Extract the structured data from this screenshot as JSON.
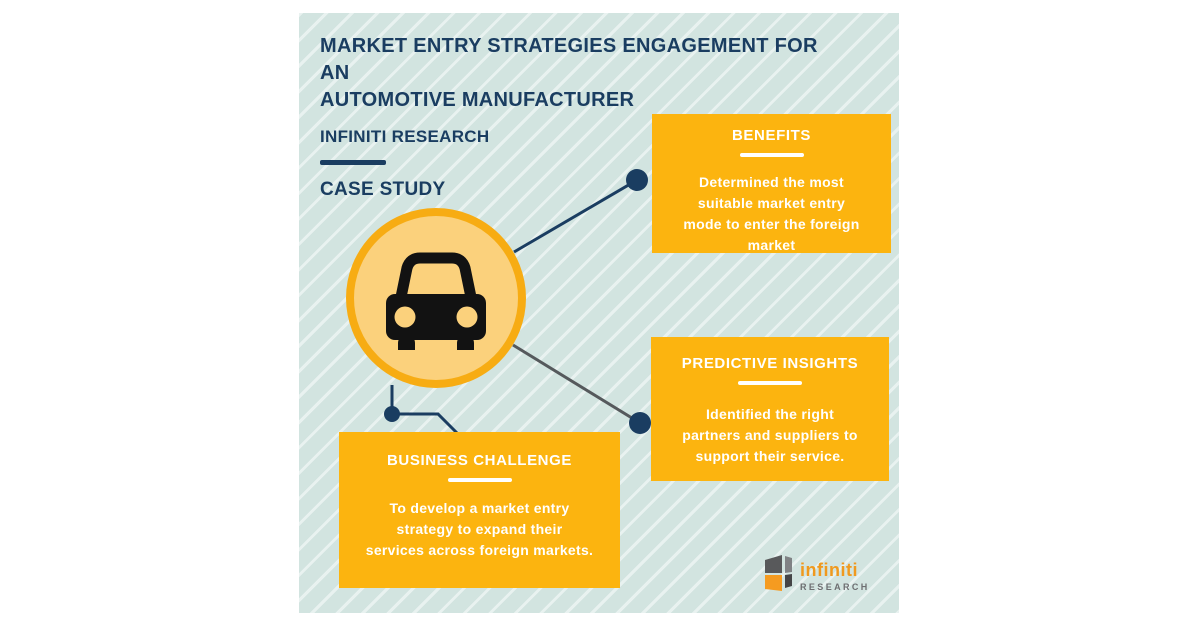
{
  "header": {
    "title_lines": [
      "MARKET ENTRY STRATEGIES ENGAGEMENT FOR AN",
      "AUTOMOTIVE MANUFACTURER"
    ],
    "company": "INFINITI RESEARCH",
    "label": "CASE STUDY"
  },
  "cards": {
    "benefits": {
      "title": "BENEFITS",
      "lines": [
        "Determined the most",
        "suitable market entry",
        "mode to enter the foreign",
        "market"
      ]
    },
    "predictive": {
      "title": "PREDICTIVE INSIGHTS",
      "lines": [
        "Identified the right",
        "partners and suppliers to",
        "support their service."
      ]
    },
    "challenge": {
      "title": "BUSINESS CHALLENGE",
      "lines": [
        "To develop a market entry",
        "strategy to expand their",
        "services across foreign markets."
      ]
    }
  },
  "logo": {
    "name": "infiniti",
    "sub": "RESEARCH"
  },
  "icons": {
    "center": "car-icon"
  },
  "colors": {
    "navy": "#1A3D61",
    "card_orange": "#FCB40F",
    "circle_fill": "#FBD17C",
    "circle_ring": "#F7AC13",
    "panel_background": "#D2E4E0",
    "gray_connector": "#55595C",
    "logo_orange": "#F0991E",
    "logo_gray": "#6D6E71",
    "text_white": "#FFFFFF"
  }
}
